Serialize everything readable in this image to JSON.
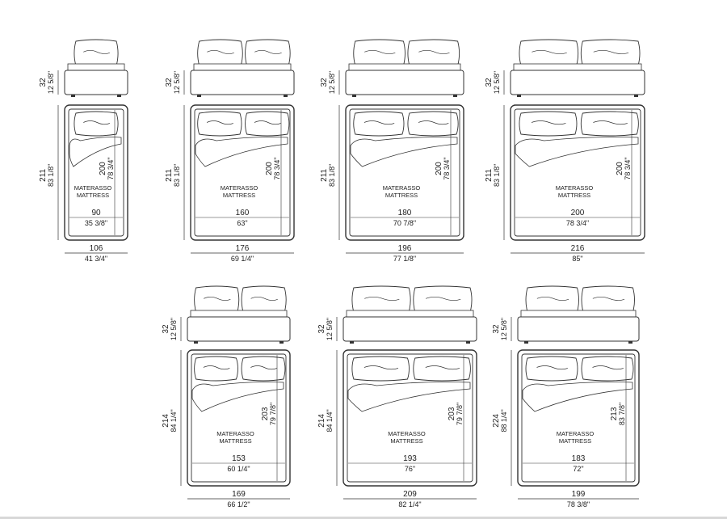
{
  "mattress_label": "MATERASSO",
  "mattress_label_en": "MATTRESS",
  "beds": [
    {
      "id": "bed-90",
      "height_cm": "32",
      "height_in": "12 5/8\"",
      "length_cm": "211",
      "length_in": "83 1/8\"",
      "mattress_len_cm": "200",
      "mattress_len_in": "78 3/4\"",
      "mattress_w_cm": "90",
      "mattress_w_in": "35 3/8\"",
      "width_cm": "106",
      "width_in": "41 3/4\"",
      "pillows": 1
    },
    {
      "id": "bed-160",
      "height_cm": "32",
      "height_in": "12 5/8\"",
      "length_cm": "211",
      "length_in": "83 1/8\"",
      "mattress_len_cm": "200",
      "mattress_len_in": "78 3/4\"",
      "mattress_w_cm": "160",
      "mattress_w_in": "63\"",
      "width_cm": "176",
      "width_in": "69 1/4\"",
      "pillows": 2
    },
    {
      "id": "bed-180",
      "height_cm": "32",
      "height_in": "12 5/8\"",
      "length_cm": "211",
      "length_in": "83 1/8\"",
      "mattress_len_cm": "200",
      "mattress_len_in": "78 3/4\"",
      "mattress_w_cm": "180",
      "mattress_w_in": "70 7/8\"",
      "width_cm": "196",
      "width_in": "77 1/8\"",
      "pillows": 2
    },
    {
      "id": "bed-200",
      "height_cm": "32",
      "height_in": "12 5/8\"",
      "length_cm": "211",
      "length_in": "83 1/8\"",
      "mattress_len_cm": "200",
      "mattress_len_in": "78 3/4\"",
      "mattress_w_cm": "200",
      "mattress_w_in": "78 3/4\"",
      "width_cm": "216",
      "width_in": "85\"",
      "pillows": 2
    },
    {
      "id": "bed-153",
      "height_cm": "32",
      "height_in": "12 5/8\"",
      "length_cm": "214",
      "length_in": "84 1/4\"",
      "mattress_len_cm": "203",
      "mattress_len_in": "79 7/8\"",
      "mattress_w_cm": "153",
      "mattress_w_in": "60 1/4\"",
      "width_cm": "169",
      "width_in": "66 1/2\"",
      "pillows": 2
    },
    {
      "id": "bed-193",
      "height_cm": "32",
      "height_in": "12 5/8\"",
      "length_cm": "214",
      "length_in": "84 1/4\"",
      "mattress_len_cm": "203",
      "mattress_len_in": "79 7/8\"",
      "mattress_w_cm": "193",
      "mattress_w_in": "76\"",
      "width_cm": "209",
      "width_in": "82 1/4\"",
      "pillows": 2
    },
    {
      "id": "bed-183",
      "height_cm": "32",
      "height_in": "12 5/8\"",
      "length_cm": "224",
      "length_in": "88 1/4\"",
      "mattress_len_cm": "213",
      "mattress_len_in": "83 7/8\"",
      "mattress_w_cm": "183",
      "mattress_w_in": "72\"",
      "width_cm": "199",
      "width_in": "78 3/8\"",
      "pillows": 2
    }
  ]
}
